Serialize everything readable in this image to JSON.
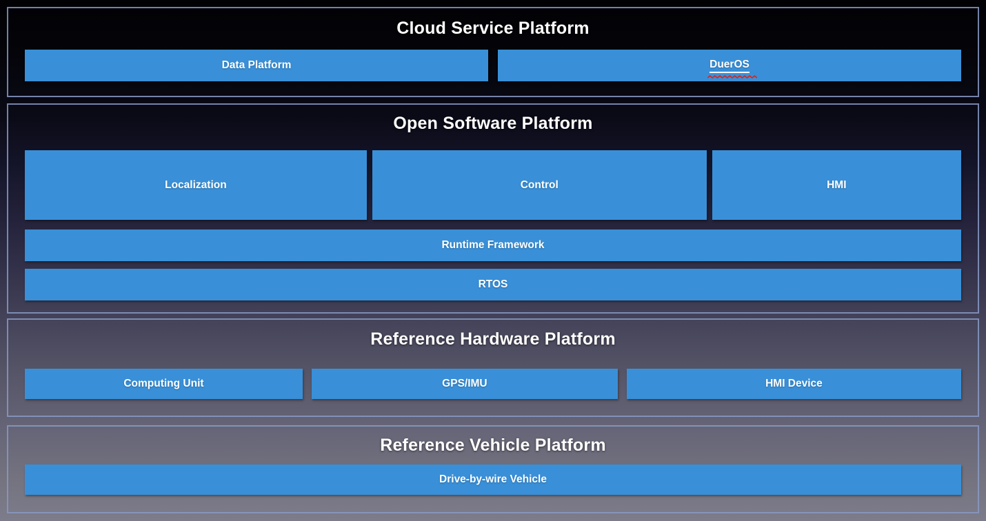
{
  "colors": {
    "box_blue": "#3990d8",
    "section_border": "#8899c4",
    "title_text": "#ffffff",
    "box_text": "#ffffff",
    "spellcheck_red": "#d9261b",
    "background_top": "#020205",
    "background_bottom": "#7d7c8b"
  },
  "diagram": {
    "layers": [
      {
        "title": "Cloud Service Platform",
        "rows": [
          {
            "boxes": [
              {
                "label": "Data Platform"
              },
              {
                "label": "DuerOS"
              }
            ]
          }
        ]
      },
      {
        "title": "Open Software Platform",
        "rows": [
          {
            "boxes": [
              {
                "label": "Localization"
              },
              {
                "label": "Control"
              },
              {
                "label": "HMI"
              }
            ]
          },
          {
            "boxes": [
              {
                "label": "Runtime Framework"
              }
            ]
          },
          {
            "boxes": [
              {
                "label": "RTOS"
              }
            ]
          }
        ]
      },
      {
        "title": "Reference Hardware Platform",
        "rows": [
          {
            "boxes": [
              {
                "label": "Computing Unit"
              },
              {
                "label": "GPS/IMU"
              },
              {
                "label": "HMI Device"
              }
            ]
          }
        ]
      },
      {
        "title": "Reference Vehicle Platform",
        "rows": [
          {
            "boxes": [
              {
                "label": "Drive-by-wire Vehicle"
              }
            ]
          }
        ]
      }
    ]
  }
}
